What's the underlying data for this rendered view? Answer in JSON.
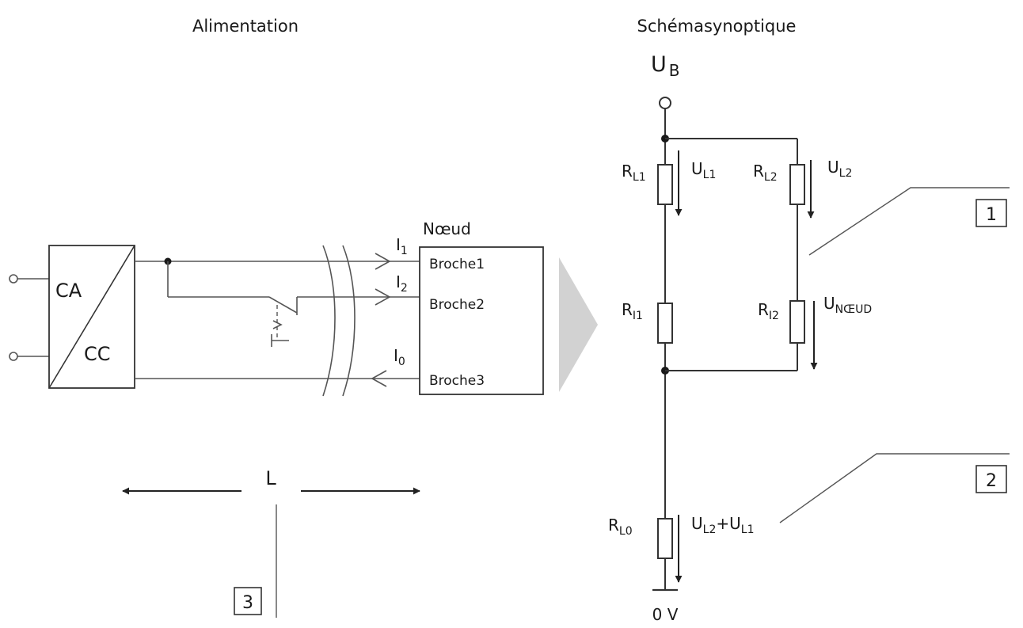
{
  "headings": {
    "left": "Alimentation",
    "right": "Schémasynoptique"
  },
  "supply": {
    "in_label": "CA",
    "out_label": "CC"
  },
  "node": {
    "label": "Nœud",
    "pins": [
      "Broche1",
      "Broche2",
      "Broche3"
    ]
  },
  "currents": [
    {
      "base": "I",
      "sub": "1"
    },
    {
      "base": "I",
      "sub": "2"
    },
    {
      "base": "I",
      "sub": "0"
    }
  ],
  "length_label": "L",
  "schematic": {
    "supply_voltage": {
      "base": "U",
      "sub": "B"
    },
    "ground": "0 V",
    "resistors": {
      "rl1": {
        "base": "R",
        "sub": "L1"
      },
      "rl2": {
        "base": "R",
        "sub": "L2"
      },
      "ri1": {
        "base": "R",
        "sub": "I1"
      },
      "ri2": {
        "base": "R",
        "sub": "I2"
      },
      "rl0": {
        "base": "R",
        "sub": "L0"
      }
    },
    "voltages": {
      "ul1": {
        "base": "U",
        "sub": "L1"
      },
      "ul2": {
        "base": "U",
        "sub": "L2"
      },
      "unode": {
        "base": "U",
        "sub": "NŒUD"
      },
      "ul0": {
        "b1": "U",
        "s1": "L2",
        "plus": "+",
        "b2": "U",
        "s2": "L1"
      }
    }
  },
  "callouts": [
    "1",
    "2",
    "3"
  ],
  "colors": {
    "line": "#333333",
    "arrow_fill": "#d2d2d2"
  }
}
